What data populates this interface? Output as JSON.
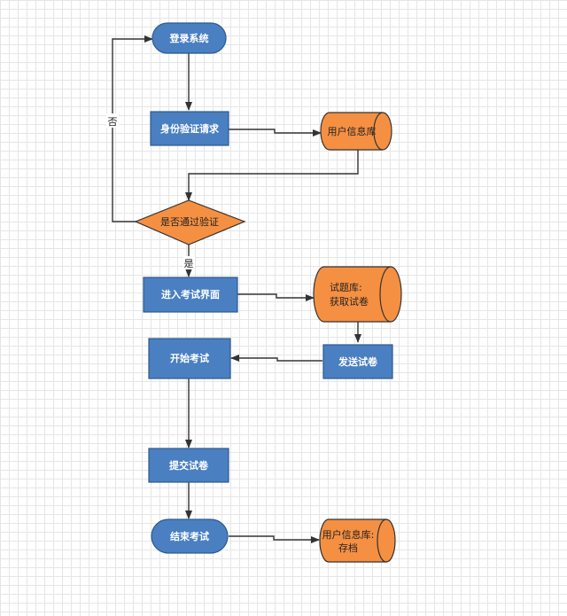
{
  "colors": {
    "process_fill": "#4a7fc1",
    "process_stroke": "#2e5a8c",
    "db_fill": "#f59042",
    "db_stroke": "#333333",
    "decision_fill": "#f59042",
    "edge": "#333333"
  },
  "nodes": {
    "login": "登录系统",
    "auth_request": "身份验证请求",
    "user_db": "用户信息库",
    "decision": "是否通过验证",
    "enter_ui": "进入考试界面",
    "question_db_line1": "试题库:",
    "question_db_line2": "获取试卷",
    "send_paper": "发送试卷",
    "start_exam": "开始考试",
    "submit_paper": "提交试卷",
    "end_exam": "结束考试",
    "user_db_save_line1": "用户信息库:",
    "user_db_save_line2": "存档"
  },
  "edges": {
    "no_label": "否",
    "yes_label": "是"
  }
}
